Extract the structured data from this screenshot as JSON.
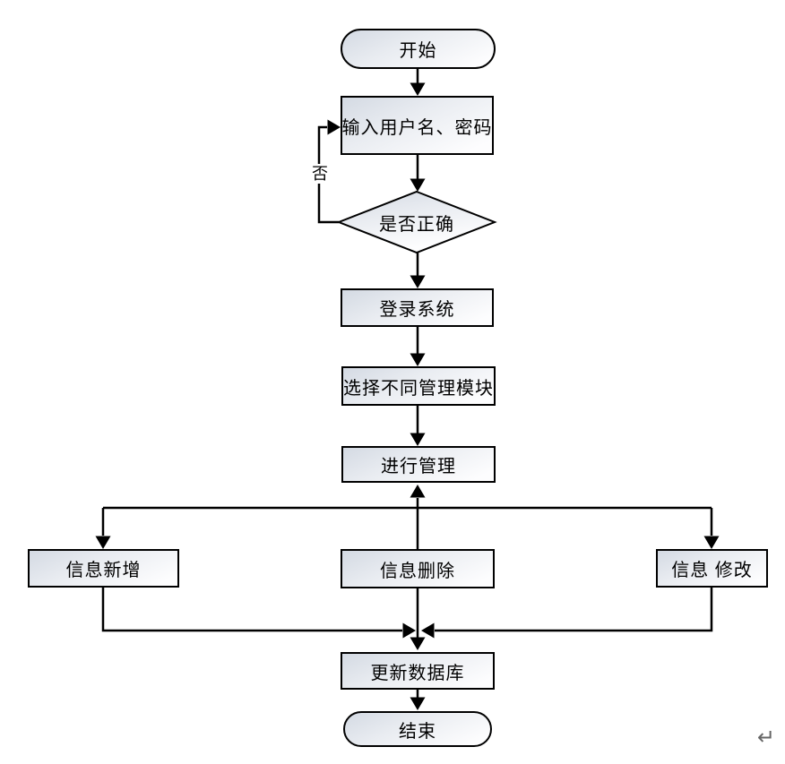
{
  "flowchart": {
    "nodes": {
      "start": {
        "label": "开始",
        "shape": "terminator"
      },
      "input_credentials": {
        "label": "输入用户名、密码",
        "shape": "process"
      },
      "is_correct": {
        "label": "是否正确",
        "shape": "decision"
      },
      "login_system": {
        "label": "登录系统",
        "shape": "process"
      },
      "select_module": {
        "label": "选择不同管理模块",
        "shape": "process"
      },
      "manage": {
        "label": "进行管理",
        "shape": "process"
      },
      "info_add": {
        "label": "信息新增",
        "shape": "process"
      },
      "info_delete": {
        "label": "信息删除",
        "shape": "process"
      },
      "info_modify": {
        "label": "信息 修改",
        "shape": "process"
      },
      "update_database": {
        "label": "更新数据库",
        "shape": "process"
      },
      "end": {
        "label": "结束",
        "shape": "terminator"
      }
    },
    "edge_labels": {
      "no": "否"
    },
    "edges": [
      {
        "from": "start",
        "to": "input_credentials"
      },
      {
        "from": "input_credentials",
        "to": "is_correct"
      },
      {
        "from": "is_correct",
        "to": "input_credentials",
        "label": "否"
      },
      {
        "from": "is_correct",
        "to": "login_system"
      },
      {
        "from": "login_system",
        "to": "select_module"
      },
      {
        "from": "select_module",
        "to": "manage"
      },
      {
        "from": "manage",
        "to": "info_add"
      },
      {
        "from": "manage",
        "to": "info_modify"
      },
      {
        "from": "info_delete",
        "to": "manage"
      },
      {
        "from": "info_add",
        "to": "update_database"
      },
      {
        "from": "info_delete",
        "to": "update_database"
      },
      {
        "from": "info_modify",
        "to": "update_database"
      },
      {
        "from": "update_database",
        "to": "end"
      }
    ],
    "colors": {
      "line": "#000000",
      "shape_border": "#000000",
      "shape_fill_top": "#d4dae3",
      "shape_fill_bottom": "#fdfdfe",
      "background": "#ffffff",
      "return_mark": "#666666"
    }
  },
  "page": {
    "return_mark": "↵"
  }
}
